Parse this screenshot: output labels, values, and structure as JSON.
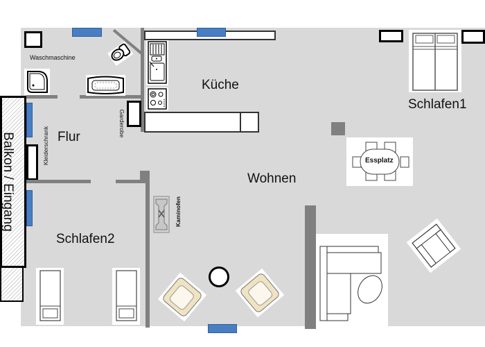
{
  "plan": {
    "rooms": {
      "kueche": "Küche",
      "schlafen1": "Schlafen1",
      "flur": "Flur",
      "wohnen": "Wohnen",
      "schlafen2": "Schlafen2"
    },
    "fixtures": {
      "waschmaschine": "Waschmaschine",
      "kleiderschrank": "Kleiderschrank",
      "garderobe": "Garderobe",
      "kaminofen": "Kaminofen",
      "essplatz": "Essplatz",
      "balkon": "Balkon / Eingang"
    },
    "colors": {
      "floor": "#d9d9d9",
      "wall": "#808080",
      "window": "#4a7ec2",
      "armchair": "#f3ead2"
    }
  }
}
